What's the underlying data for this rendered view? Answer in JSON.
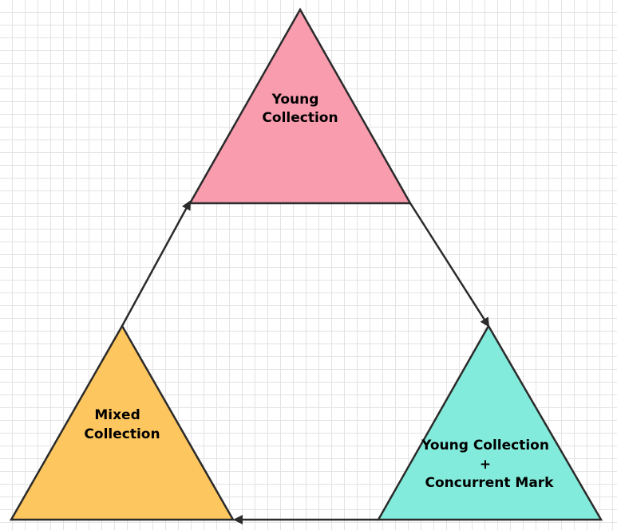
{
  "diagram": {
    "nodes": [
      {
        "id": "young",
        "lines": [
          "Young",
          "Collection"
        ],
        "fill": "#f89cae"
      },
      {
        "id": "young_concurrent",
        "lines": [
          "Young Collection",
          "+",
          "Concurrent Mark"
        ],
        "fill": "#83ebdb"
      },
      {
        "id": "mixed",
        "lines": [
          "Mixed",
          "Collection"
        ],
        "fill": "#fdc65e"
      }
    ],
    "edges": [
      {
        "from": "young",
        "to": "young_concurrent"
      },
      {
        "from": "young_concurrent",
        "to": "mixed"
      },
      {
        "from": "mixed",
        "to": "young"
      }
    ],
    "stroke_color": "#2b2b2b"
  }
}
